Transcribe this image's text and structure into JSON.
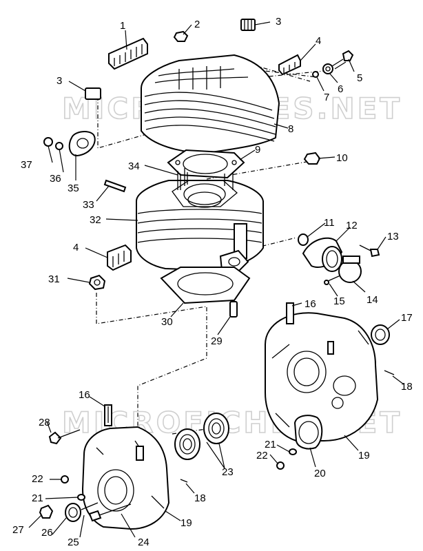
{
  "watermark": [
    "MICROFICHES.NET",
    "MICROFICHES.NET"
  ],
  "callouts": [
    "1",
    "2",
    "3",
    "3",
    "4",
    "4",
    "5",
    "6",
    "7",
    "8",
    "9",
    "10",
    "11",
    "12",
    "13",
    "14",
    "15",
    "16",
    "16",
    "17",
    "18",
    "18",
    "19",
    "19",
    "20",
    "21",
    "21",
    "22",
    "22",
    "23",
    "24",
    "25",
    "26",
    "27",
    "28",
    "29",
    "30",
    "31",
    "32",
    "33",
    "34",
    "35",
    "36",
    "37"
  ]
}
